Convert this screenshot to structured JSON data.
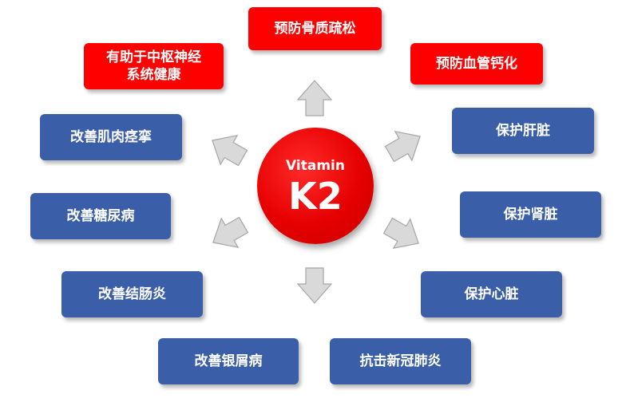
{
  "center": {
    "line1": "Vitamin",
    "line2": "K2"
  },
  "red_boxes": [
    "预防骨质疏松",
    "有助于中枢神经\n系统健康",
    "预防血管钙化"
  ],
  "blue_boxes": [
    "改善肌肉痉挛",
    "改善糖尿病",
    "改善结肠炎",
    "改善银屑病",
    "抗击新冠肺炎",
    "保护肝脏",
    "保护肾脏",
    "保护心脏"
  ],
  "colors": {
    "red": "#ff0000",
    "blue": "#3a5fa8",
    "arrow_fill": "#d9d9d9"
  }
}
